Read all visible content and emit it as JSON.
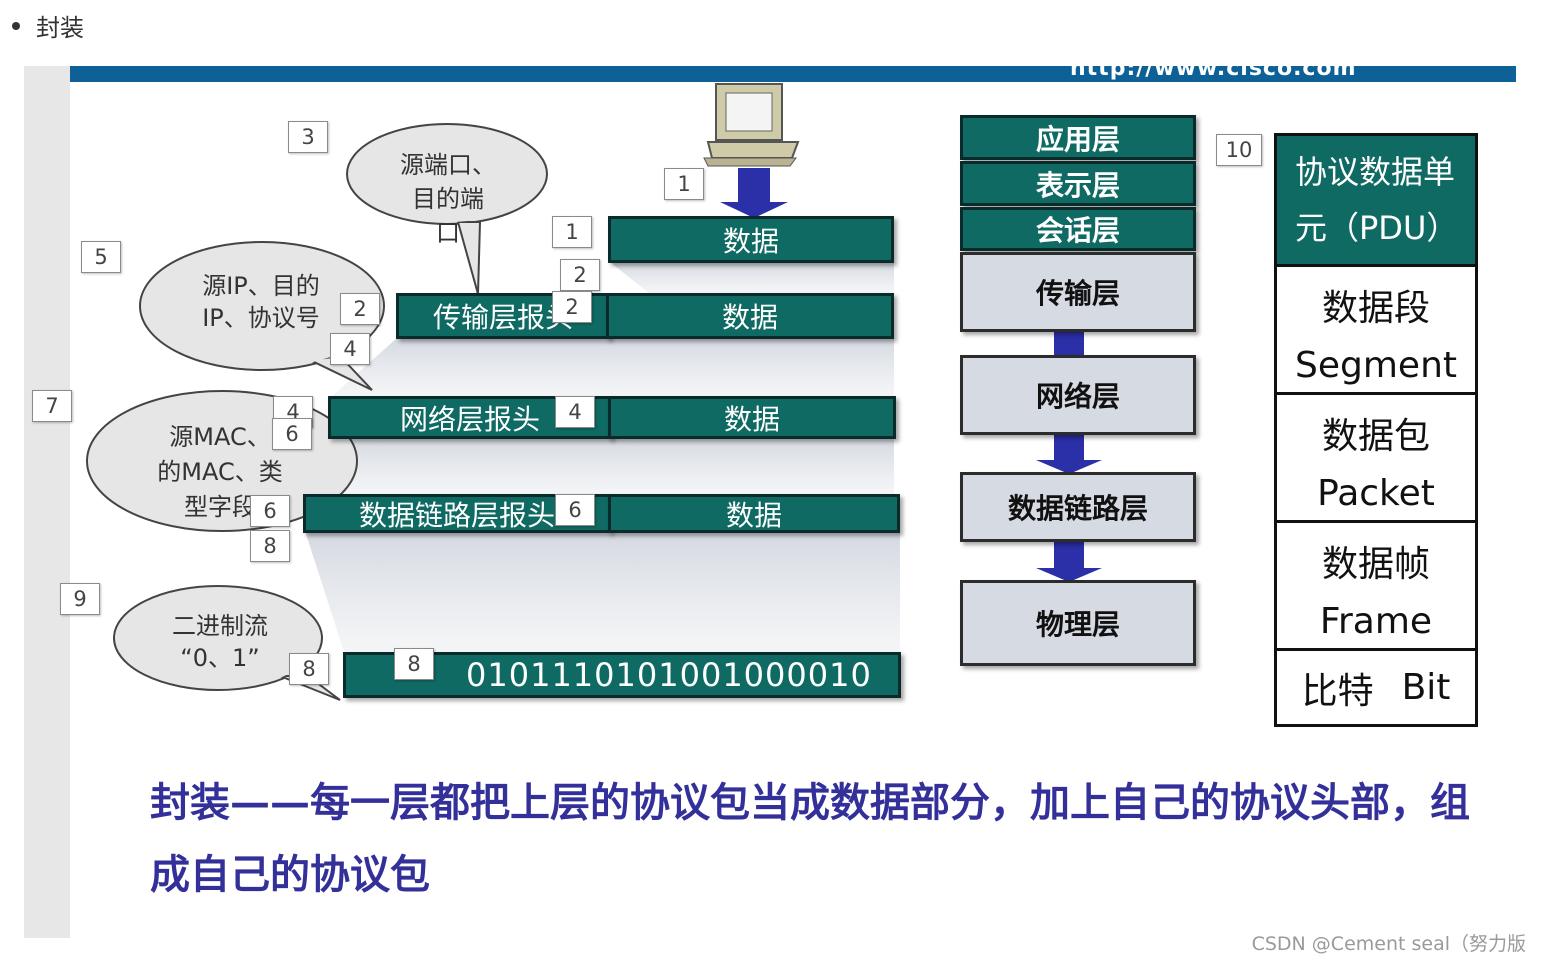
{
  "header": {
    "bullet_title": "封装"
  },
  "banner": {
    "url_text": "http://www.cisco.com"
  },
  "markers": [
    "1",
    "1",
    "2",
    "2",
    "2",
    "3",
    "4",
    "4",
    "4",
    "5",
    "6",
    "6",
    "6",
    "7",
    "8",
    "8",
    "8",
    "9",
    "10"
  ],
  "bubbles": {
    "port": "源端口、\n目的端\n口",
    "ip": "源IP、目的\nIP、协议号",
    "mac": "源MAC、\n的MAC、类\n型字段",
    "binary": "二进制流\n“0、1”"
  },
  "encap": {
    "data": "数据",
    "transport_header": "传输层报头",
    "network_header": "网络层报头",
    "datalink_header": "数据链路层报头",
    "bits": "0101110101001000010"
  },
  "osi_layers": [
    "应用层",
    "表示层",
    "会话层",
    "传输层",
    "网络层",
    "数据链路层",
    "物理层"
  ],
  "pdu": {
    "title": "协议数据单元（PDU）",
    "rows": [
      {
        "cn": "数据段",
        "en": "Segment"
      },
      {
        "cn": "数据包",
        "en": "Packet"
      },
      {
        "cn": "数据帧",
        "en": "Frame"
      },
      {
        "cn": "比特",
        "en": "Bit"
      }
    ]
  },
  "caption": {
    "line1": "封装——每一层都把上层的协议包当成数据部分，加上自己的协议头部，组",
    "line2": "成自己的协议包"
  },
  "watermark": "CSDN @Cement seal（努力版",
  "colors": {
    "teal": "#0f6a63",
    "banner": "#0d6196",
    "arrow": "#2b2fa8",
    "caption": "#33309a"
  }
}
